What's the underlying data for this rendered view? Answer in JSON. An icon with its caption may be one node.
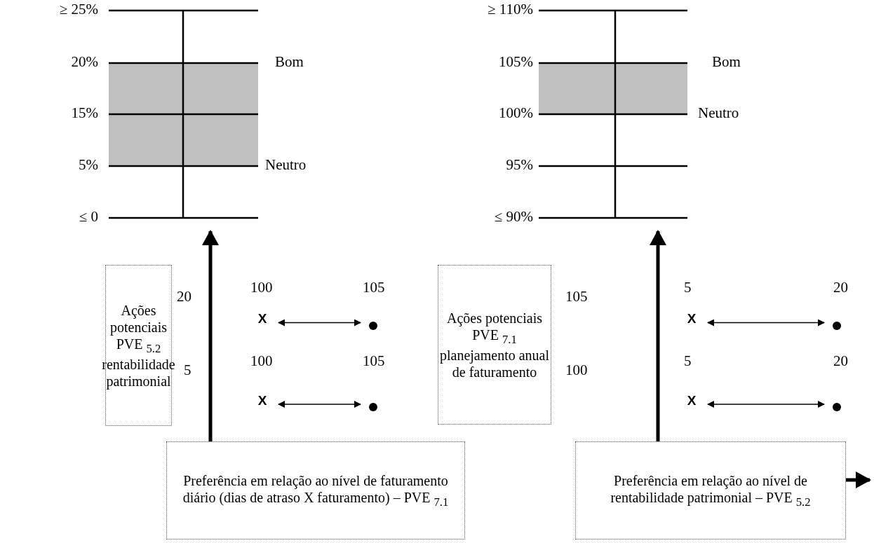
{
  "diagram": {
    "nodes": [
      {
        "text": [
          "Ações potenciais PVE $_{5.2}$ rentabilidade patrimonial"
        ]
      },
      {
        "text": [
          "X"
        ],
        "beside": [
          "100"
        ]
      },
      {
        "text": [],
        "shape": "circle",
        "beside": [
          "105"
        ]
      },
      {
        "text": [
          "X"
        ],
        "beside": [
          "100"
        ]
      },
      {
        "text": [],
        "shape": "circle",
        "beside": [
          "105"
        ]
      },
      {
        "text": [
          "Preferência em relação ao nível de faturamento diário (dias de atraso X faturamento) – PVE $_{7.1}$"
        ]
      },
      {
        "text": [
          "Ações potenciais PVE $_{7.1}$ planejamento anual de faturamento"
        ]
      },
      {
        "text": [
          "X"
        ],
        "beside": [
          "5"
        ]
      },
      {
        "text": [],
        "shape": "circle",
        "beside": [
          "20"
        ]
      },
      {
        "text": [
          "X"
        ],
        "beside": [
          "5"
        ]
      },
      {
        "text": [],
        "shape": "circle",
        "beside": [
          "20"
        ]
      },
      {
        "text": [
          "Preferência em relação ao nível de rentabilidade patrimonial – PVE $_{5.2}$"
        ]
      }
    ],
    "edges": [
      {
        "from": 1,
        "to": 2,
        "arrow": "both"
      },
      {
        "from": 3,
        "to": 4,
        "arrow": "both"
      },
      {
        "from": 7,
        "to": 8,
        "arrow": "both"
      },
      {
        "from": 9,
        "to": 10,
        "arrow": "both"
      }
    ],
    "labels": [
      "≥ 25%",
      "20%",
      "Bom",
      "15%",
      "5%",
      "Neutro",
      "≤ 0",
      "≥ 110%",
      "105%",
      "Bom",
      "100%",
      "Neutro",
      "95%",
      "≤ 90%",
      "20",
      "5",
      "105",
      "100"
    ]
  }
}
